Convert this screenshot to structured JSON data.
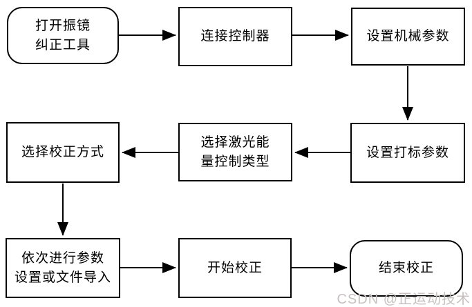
{
  "diagram": {
    "type": "flowchart",
    "nodes": [
      {
        "id": "open-galvo-correction-tool",
        "label": "打开振镜\n纠正工具",
        "shape": "rounded"
      },
      {
        "id": "connect-controller",
        "label": "连接控制器",
        "shape": "rect"
      },
      {
        "id": "set-mechanical-params",
        "label": "设置机械参数",
        "shape": "rect"
      },
      {
        "id": "set-marking-params",
        "label": "设置打标参数",
        "shape": "rect"
      },
      {
        "id": "select-laser-energy-control-type",
        "label": "选择激光能\n量控制类型",
        "shape": "rect"
      },
      {
        "id": "select-correction-method",
        "label": "选择校正方式",
        "shape": "rect"
      },
      {
        "id": "set-params-or-import-file",
        "label": "依次进行参数\n设置或文件导入",
        "shape": "rect"
      },
      {
        "id": "start-correction",
        "label": "开始校正",
        "shape": "rect"
      },
      {
        "id": "end-correction",
        "label": "结束校正",
        "shape": "rounded"
      }
    ],
    "edges": [
      {
        "from": "open-galvo-correction-tool",
        "to": "connect-controller",
        "direction": "right"
      },
      {
        "from": "connect-controller",
        "to": "set-mechanical-params",
        "direction": "right"
      },
      {
        "from": "set-mechanical-params",
        "to": "set-marking-params",
        "direction": "down"
      },
      {
        "from": "set-marking-params",
        "to": "select-laser-energy-control-type",
        "direction": "left"
      },
      {
        "from": "select-laser-energy-control-type",
        "to": "select-correction-method",
        "direction": "left"
      },
      {
        "from": "select-correction-method",
        "to": "set-params-or-import-file",
        "direction": "down"
      },
      {
        "from": "set-params-or-import-file",
        "to": "start-correction",
        "direction": "right"
      },
      {
        "from": "start-correction",
        "to": "end-correction",
        "direction": "right"
      }
    ]
  },
  "watermark": {
    "text": "CSDN @正运动技术"
  },
  "colors": {
    "stroke": "#000000",
    "text": "#000000",
    "background": "#ffffff",
    "watermark": "#c9c1c1"
  }
}
